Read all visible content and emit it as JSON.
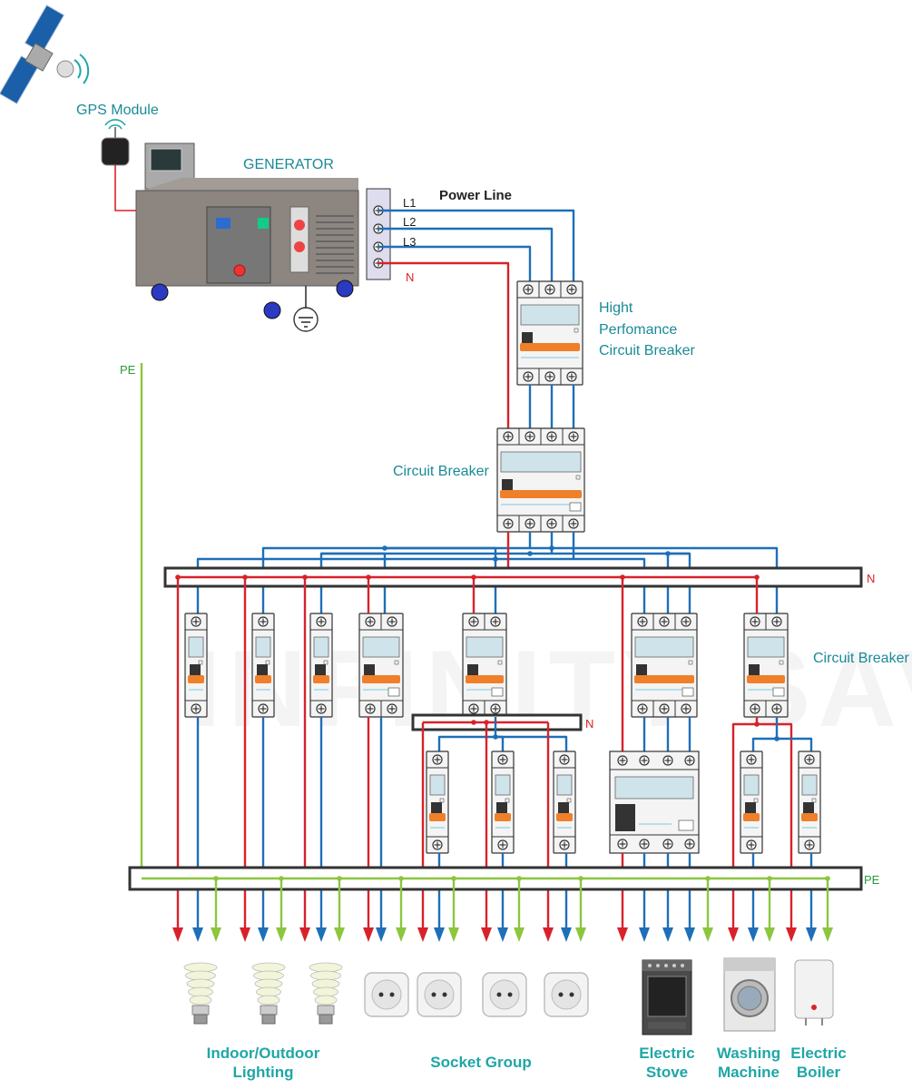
{
  "labels": {
    "gps_module": "GPS Module",
    "generator": "GENERATOR",
    "power_line": "Power Line",
    "l1": "L1",
    "l2": "L2",
    "l3": "L3",
    "n_main": "N",
    "hpcb_line1": "Hight",
    "hpcb_line2": "Perfomance",
    "hpcb_line3": "Circuit Breaker",
    "circuit_breaker_main": "Circuit Breaker",
    "circuit_breaker_group": "Circuit Breaker",
    "pe_top": "PE",
    "n_bus": "N",
    "n_bus_small": "N",
    "pe_bus": "PE"
  },
  "categories": {
    "lighting": [
      "Indoor/Outdoor",
      "Lighting"
    ],
    "sockets": "Socket Group",
    "stove": [
      "Electric",
      "Stove"
    ],
    "washer": [
      "Washing",
      "Machine"
    ],
    "boiler": [
      "Electric",
      "Boiler"
    ]
  },
  "watermark": "INFINITY SAV",
  "colors": {
    "phase": "#1e6fb8",
    "neutral": "#d8222b",
    "earth": "#8cc63f",
    "bus": "#333333",
    "label_teal": "#1a8a96",
    "category_teal": "#1fa6a6",
    "breaker_orange": "#f07f2a",
    "breaker_screen": "#cfe3ea",
    "generator_body": "#8d8580"
  },
  "icons": [
    "satellite-icon",
    "gps-antenna-icon",
    "generator-icon",
    "ground-symbol-icon",
    "light-bulb-icon",
    "socket-icon",
    "stove-icon",
    "washing-machine-icon",
    "boiler-icon"
  ]
}
